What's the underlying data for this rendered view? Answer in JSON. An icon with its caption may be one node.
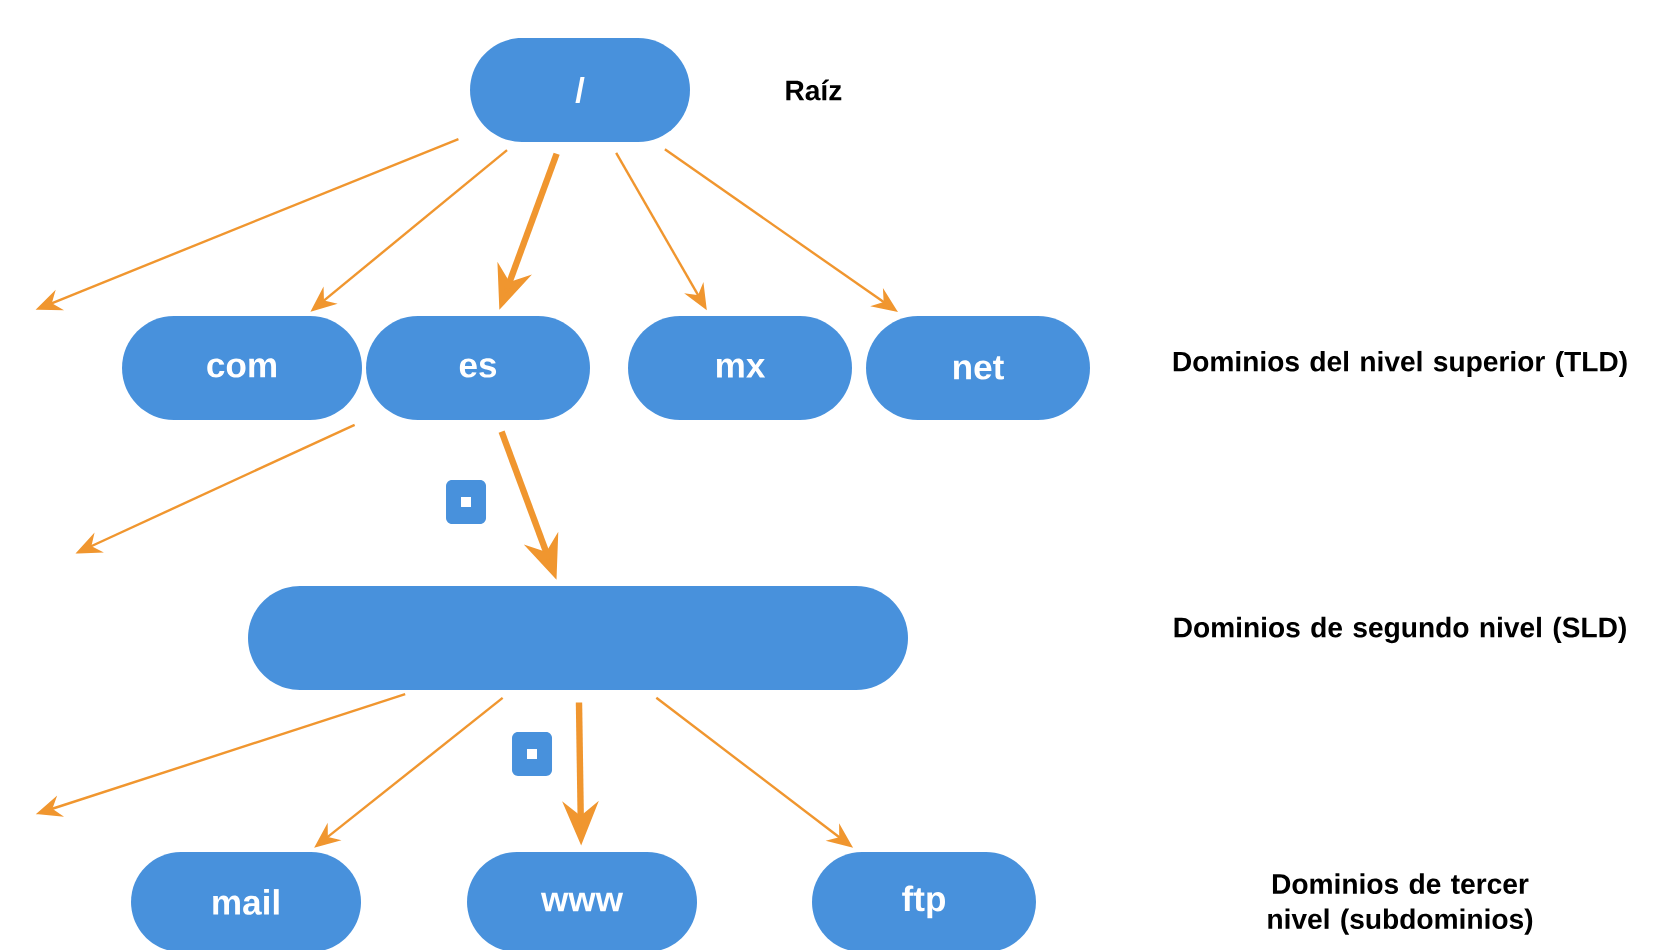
{
  "diagram": {
    "nodes": [
      {
        "text": [
          "/"
        ]
      },
      {
        "text": [
          "com"
        ]
      },
      {
        "text": [
          "es"
        ]
      },
      {
        "text": [
          "mx"
        ]
      },
      {
        "text": [
          "net"
        ]
      },
      {
        "text": [],
        "shape": "box"
      },
      {
        "text": [
          "mail"
        ]
      },
      {
        "text": [
          "www"
        ]
      },
      {
        "text": [
          "ftp"
        ]
      }
    ],
    "edges": [
      {
        "from": 0,
        "to": null,
        "arrow": "to"
      },
      {
        "from": 0,
        "to": 1,
        "arrow": "to"
      },
      {
        "from": 0,
        "to": 2,
        "arrow": "to",
        "style": "thick"
      },
      {
        "from": 0,
        "to": 3,
        "arrow": "to"
      },
      {
        "from": 0,
        "to": 4,
        "arrow": "to"
      },
      {
        "from": 2,
        "to": null,
        "arrow": "to"
      },
      {
        "from": 2,
        "to": 5,
        "arrow": "to",
        "style": "thick"
      },
      {
        "from": 5,
        "to": null,
        "arrow": "to"
      },
      {
        "from": 5,
        "to": 6,
        "arrow": "to"
      },
      {
        "from": 5,
        "to": 7,
        "arrow": "to",
        "style": "thick"
      },
      {
        "from": 5,
        "to": 8,
        "arrow": "to"
      }
    ],
    "labels": [
      "Raíz",
      "Dominios del nivel superior (TLD)",
      "Dominios de segundo nivel (SLD)",
      "Dominios de tercer nivel (subdominios)"
    ]
  }
}
